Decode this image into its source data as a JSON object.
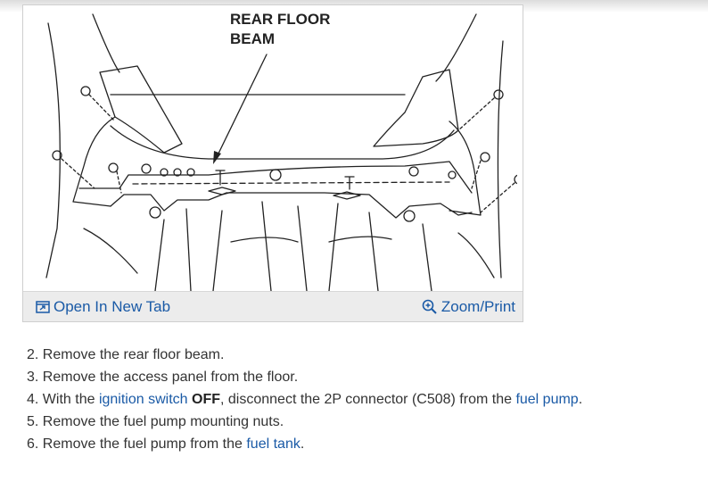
{
  "figure": {
    "callout": [
      "REAR FLOOR",
      "BEAM"
    ],
    "open_tab_label": "Open In New Tab",
    "zoom_label": "Zoom/Print"
  },
  "steps": [
    {
      "num": "2.",
      "text": "Remove the rear floor beam."
    },
    {
      "num": "3.",
      "text": "Remove the access panel from the floor."
    },
    {
      "num": "4.",
      "before": "With the ",
      "link1": "ignition switch",
      "bold": "OFF",
      "middle": ", disconnect the 2P connector (C508) from the ",
      "link2": "fuel pump",
      "after": "."
    },
    {
      "num": "5.",
      "text": "Remove the fuel pump mounting nuts."
    },
    {
      "num": "6.",
      "before": "Remove the fuel pump from the ",
      "link1": "fuel tank",
      "after": "."
    }
  ],
  "colors": {
    "link": "#1a5aa6",
    "text": "#333333",
    "bar": "#ececec"
  }
}
